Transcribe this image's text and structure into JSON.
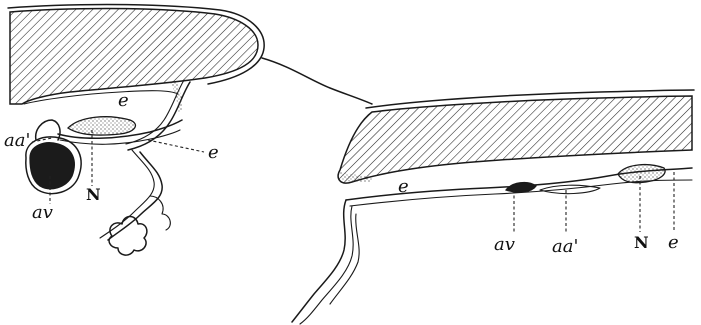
{
  "figure": {
    "left_section": {
      "labels": {
        "e_top": "e",
        "aa_prime": "aa'",
        "e_right": "e",
        "N": "N",
        "av": "av"
      }
    },
    "right_section": {
      "labels": {
        "e": "e",
        "av": "av",
        "aa_prime": "aa'",
        "N": "N",
        "e_end": "e"
      }
    }
  }
}
